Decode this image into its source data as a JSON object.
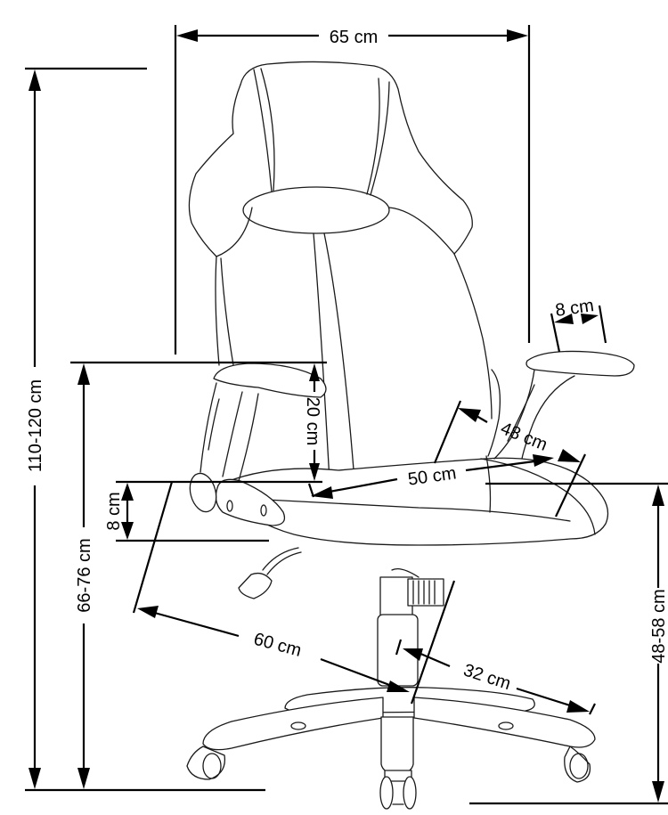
{
  "diagram": {
    "subject": "Office chair dimensions",
    "colors": {
      "line": "#000000",
      "background": "#ffffff"
    },
    "dimensions": {
      "overall_width": "65 cm",
      "overall_height": "110-120 cm",
      "armrest_height": "66-76 cm",
      "seat_height": "48-58 cm",
      "armrest_above_seat": "20 cm",
      "seat_thickness": "8 cm",
      "armrest_width": "8 cm",
      "seat_depth": "48 cm",
      "seat_width": "50 cm",
      "base_diameter": "60 cm",
      "base_radius": "32 cm"
    }
  }
}
